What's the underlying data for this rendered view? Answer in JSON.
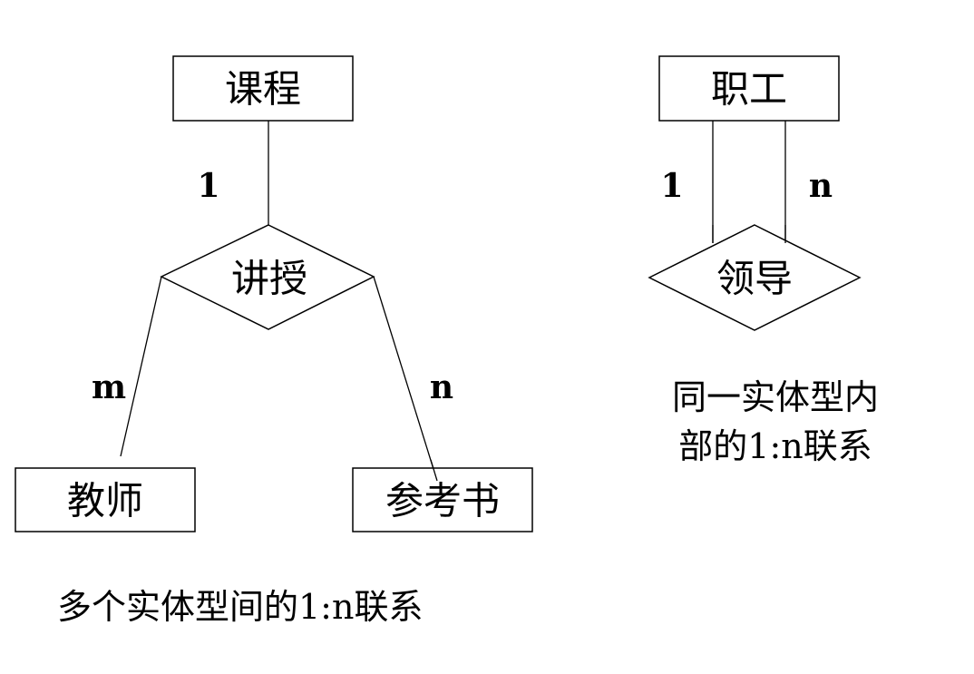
{
  "diagram_left": {
    "entity_top": "课程",
    "relationship": "讲授",
    "entity_bottom_left": "教师",
    "entity_bottom_right": "参考书",
    "card_top": "1",
    "card_left": "m",
    "card_right": "n",
    "caption": "多个实体型间的1:n联系"
  },
  "diagram_right": {
    "entity": "职工",
    "relationship": "领导",
    "card_left": "1",
    "card_right": "n",
    "caption_line1": "同一实体型内",
    "caption_line2": "部的1:n联系"
  }
}
